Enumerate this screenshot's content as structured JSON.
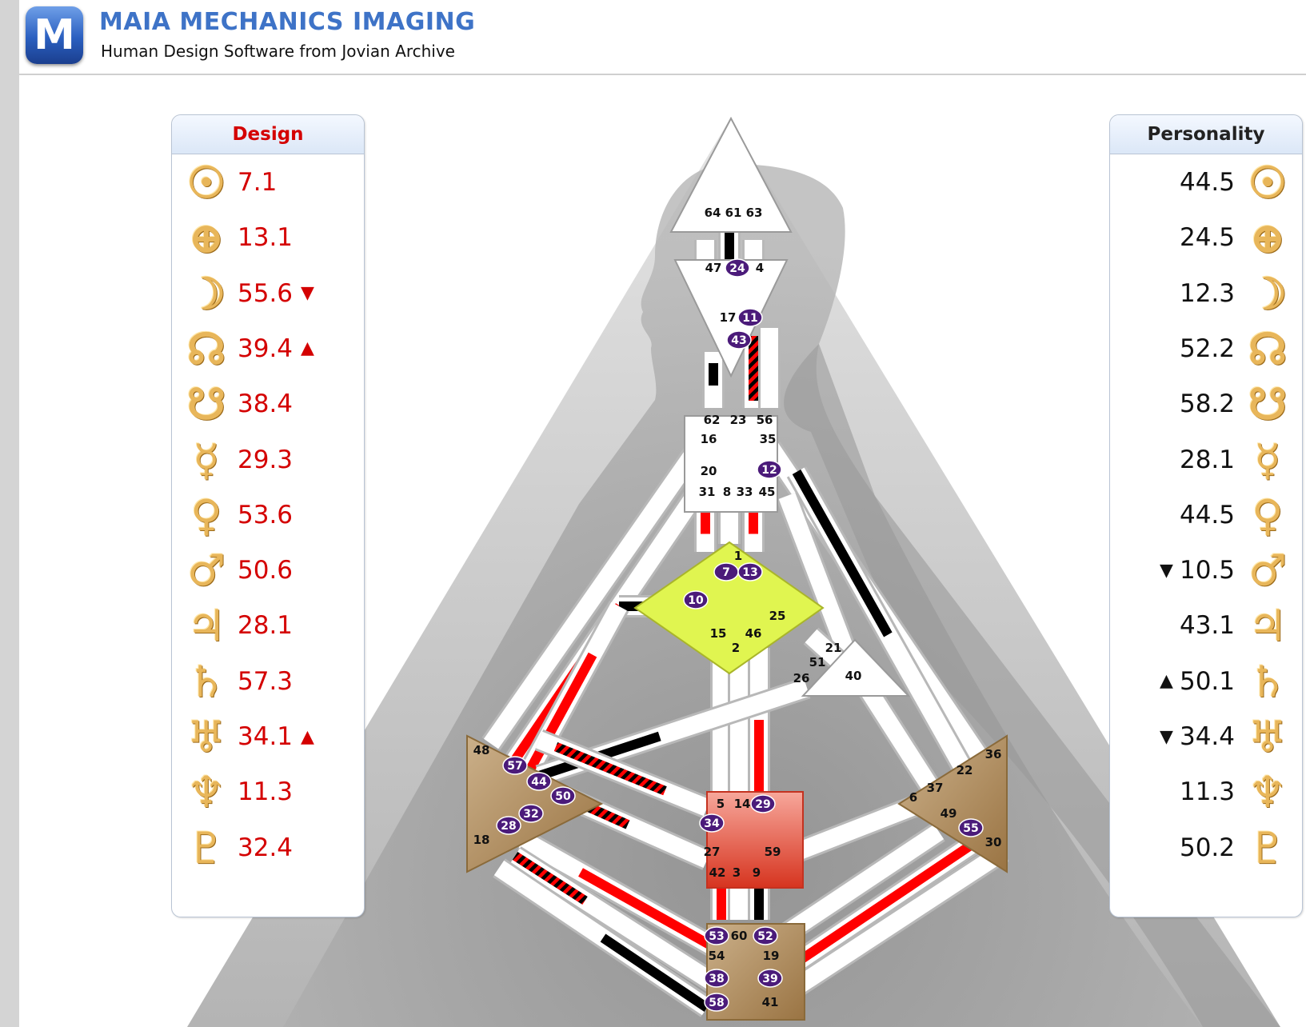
{
  "header": {
    "logo_letter": "M",
    "title": "MAIA MECHANICS IMAGING",
    "subtitle": "Human Design Software from Jovian Archive"
  },
  "design": {
    "title": "Design",
    "color": "#d40000",
    "rows": [
      {
        "planet": "sun-icon",
        "glyph": "☉",
        "value": "7.1",
        "arrow": ""
      },
      {
        "planet": "earth-icon",
        "glyph": "⊕",
        "value": "13.1",
        "arrow": ""
      },
      {
        "planet": "moon-icon",
        "glyph": "☽",
        "value": "55.6",
        "arrow": "▼"
      },
      {
        "planet": "north-node-icon",
        "glyph": "☊",
        "value": "39.4",
        "arrow": "▲"
      },
      {
        "planet": "south-node-icon",
        "glyph": "☋",
        "value": "38.4",
        "arrow": ""
      },
      {
        "planet": "mercury-icon",
        "glyph": "☿",
        "value": "29.3",
        "arrow": ""
      },
      {
        "planet": "venus-icon",
        "glyph": "♀",
        "value": "53.6",
        "arrow": ""
      },
      {
        "planet": "mars-icon",
        "glyph": "♂",
        "value": "50.6",
        "arrow": ""
      },
      {
        "planet": "jupiter-icon",
        "glyph": "♃",
        "value": "28.1",
        "arrow": ""
      },
      {
        "planet": "saturn-icon",
        "glyph": "♄",
        "value": "57.3",
        "arrow": ""
      },
      {
        "planet": "uranus-icon",
        "glyph": "♅",
        "value": "34.1",
        "arrow": "▲"
      },
      {
        "planet": "neptune-icon",
        "glyph": "♆",
        "value": "11.3",
        "arrow": ""
      },
      {
        "planet": "pluto-icon",
        "glyph": "♇",
        "value": "32.4",
        "arrow": ""
      }
    ]
  },
  "personality": {
    "title": "Personality",
    "color": "#111111",
    "rows": [
      {
        "planet": "sun-icon",
        "glyph": "☉",
        "value": "44.5",
        "arrow": ""
      },
      {
        "planet": "earth-icon",
        "glyph": "⊕",
        "value": "24.5",
        "arrow": ""
      },
      {
        "planet": "moon-icon",
        "glyph": "☽",
        "value": "12.3",
        "arrow": ""
      },
      {
        "planet": "north-node-icon",
        "glyph": "☊",
        "value": "52.2",
        "arrow": ""
      },
      {
        "planet": "south-node-icon",
        "glyph": "☋",
        "value": "58.2",
        "arrow": ""
      },
      {
        "planet": "mercury-icon",
        "glyph": "☿",
        "value": "28.1",
        "arrow": ""
      },
      {
        "planet": "venus-icon",
        "glyph": "♀",
        "value": "44.5",
        "arrow": ""
      },
      {
        "planet": "mars-icon",
        "glyph": "♂",
        "value": "10.5",
        "arrow": "▼"
      },
      {
        "planet": "jupiter-icon",
        "glyph": "♃",
        "value": "43.1",
        "arrow": ""
      },
      {
        "planet": "saturn-icon",
        "glyph": "♄",
        "value": "50.1",
        "arrow": "▲"
      },
      {
        "planet": "uranus-icon",
        "glyph": "♅",
        "value": "34.4",
        "arrow": "▼"
      },
      {
        "planet": "neptune-icon",
        "glyph": "♆",
        "value": "11.3",
        "arrow": ""
      },
      {
        "planet": "pluto-icon",
        "glyph": "♇",
        "value": "50.2",
        "arrow": ""
      }
    ]
  },
  "bodygraph": {
    "colors": {
      "design": "#ff0000",
      "personality": "#000000",
      "active_gate": "#4b1b7a",
      "g_center": "#e0f550",
      "sacral": "#e8483a",
      "motor": "#b8935a"
    },
    "centers": [
      {
        "name": "head",
        "gates": [
          "64",
          "61",
          "63"
        ]
      },
      {
        "name": "ajna",
        "gates": [
          "47",
          "24",
          "4",
          "17",
          "11",
          "43"
        ]
      },
      {
        "name": "throat",
        "gates": [
          "62",
          "23",
          "56",
          "16",
          "35",
          "20",
          "12",
          "31",
          "8",
          "33",
          "45"
        ]
      },
      {
        "name": "g-center",
        "gates": [
          "1",
          "7",
          "13",
          "10",
          "25",
          "15",
          "46",
          "2"
        ]
      },
      {
        "name": "heart",
        "gates": [
          "21",
          "51",
          "26",
          "40"
        ]
      },
      {
        "name": "spleen",
        "gates": [
          "48",
          "57",
          "44",
          "50",
          "32",
          "28",
          "18"
        ]
      },
      {
        "name": "sacral",
        "gates": [
          "5",
          "14",
          "29",
          "34",
          "27",
          "59",
          "42",
          "3",
          "9"
        ]
      },
      {
        "name": "solar-plexus",
        "gates": [
          "36",
          "22",
          "6",
          "37",
          "49",
          "55",
          "30"
        ]
      },
      {
        "name": "root",
        "gates": [
          "53",
          "60",
          "52",
          "54",
          "19",
          "38",
          "39",
          "58",
          "41"
        ]
      }
    ],
    "active_gates": [
      "24",
      "11",
      "43",
      "12",
      "7",
      "13",
      "10",
      "57",
      "44",
      "50",
      "32",
      "28",
      "34",
      "29",
      "55",
      "53",
      "52",
      "38",
      "39",
      "58"
    ]
  }
}
